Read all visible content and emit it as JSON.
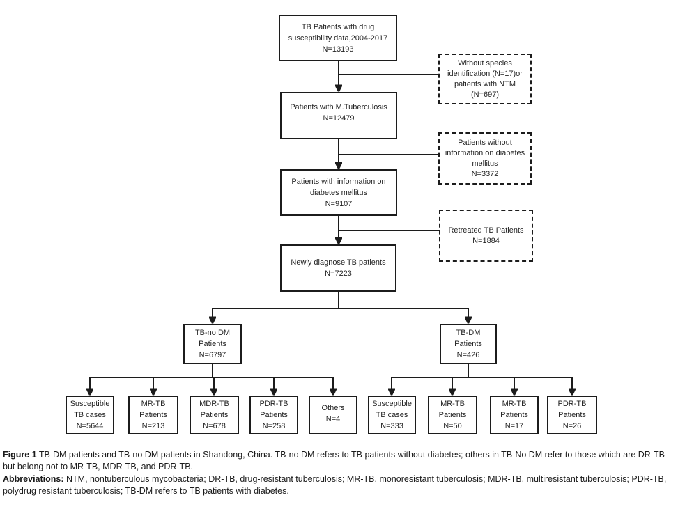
{
  "figure": {
    "caption_label": "Figure 1",
    "caption_text": " TB-DM patients and TB-no DM patients in Shandong, China. TB-no DM refers to TB patients without diabetes; others in TB-No DM refer to those which are DR-TB but belong not to MR-TB, MDR-TB, and PDR-TB.",
    "abbrev_label": "Abbreviations:",
    "abbrev_text": " NTM, nontuberculous mycobacteria; DR-TB, drug-resistant tuberculosis; MR-TB, monoresistant tuberculosis; MDR-TB, multiresistant tuberculosis; PDR-TB, polydrug resistant tuberculosis; TB-DM refers to TB patients with diabetes."
  },
  "colors": {
    "line": "#1c1c1c",
    "text": "#232323",
    "background": "#ffffff"
  },
  "nodes": {
    "total": {
      "lines": [
        "TB Patients with drug",
        "susceptibility data,2004-2017",
        "N=13193"
      ]
    },
    "excl_species": {
      "lines": [
        "Without species",
        "identification (N=17)or",
        "patients with NTM",
        "(N=697)"
      ]
    },
    "mtb": {
      "lines": [
        "Patients with M.Tuberculosis",
        "N=12479"
      ]
    },
    "excl_dm_info": {
      "lines": [
        "Patients without",
        "information on diabetes",
        "mellitus",
        "N=3372"
      ]
    },
    "dm_info": {
      "lines": [
        "Patients with information on",
        "diabetes mellitus",
        "N=9107"
      ]
    },
    "excl_retreated": {
      "lines": [
        "Retreated TB Patients",
        "N=1884"
      ]
    },
    "newly": {
      "lines": [
        "Newly diagnose TB patients",
        "N=7223"
      ]
    },
    "tb_no_dm": {
      "lines": [
        "TB-no DM",
        "Patients",
        "N=6797"
      ]
    },
    "tb_dm": {
      "lines": [
        "TB-DM",
        "Patients",
        "N=426"
      ]
    },
    "no_dm_susceptible": {
      "lines": [
        "Susceptible",
        "TB cases",
        "N=5644"
      ]
    },
    "no_dm_mr": {
      "lines": [
        "MR-TB",
        "Patients",
        "N=213"
      ]
    },
    "no_dm_mdr": {
      "lines": [
        "MDR-TB",
        "Patients",
        "N=678"
      ]
    },
    "no_dm_pdr": {
      "lines": [
        "PDR-TB",
        "Patients",
        "N=258"
      ]
    },
    "no_dm_others": {
      "lines": [
        "Others",
        "N=4"
      ]
    },
    "dm_susceptible": {
      "lines": [
        "Susceptible",
        "TB cases",
        "N=333"
      ]
    },
    "dm_mr": {
      "lines": [
        "MR-TB",
        "Patients",
        "N=50"
      ]
    },
    "dm_mdr": {
      "lines": [
        "MR-TB",
        "Patients",
        "N=17"
      ]
    },
    "dm_pdr": {
      "lines": [
        "PDR-TB",
        "Patients",
        "N=26"
      ]
    }
  }
}
